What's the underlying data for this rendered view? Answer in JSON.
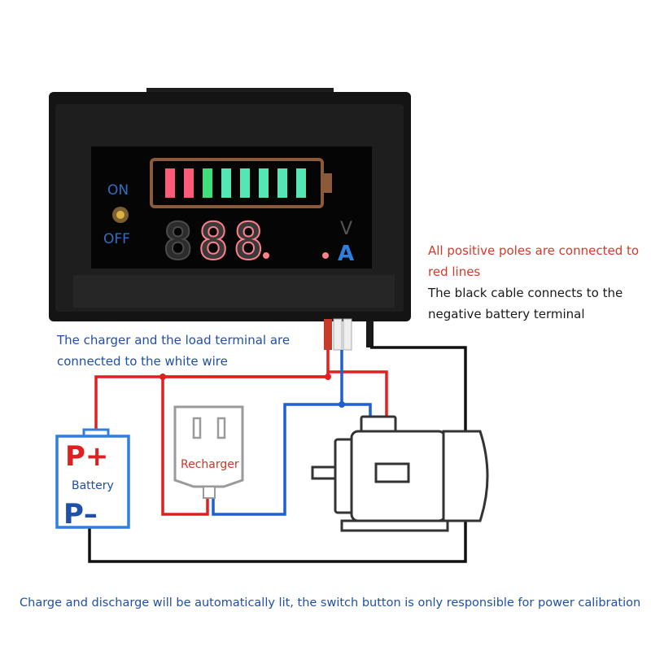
{
  "meter": {
    "on_label": "ON",
    "off_label": "OFF",
    "digits": "888.",
    "unit_v": "V",
    "unit_a": "A",
    "bar_colors": [
      "#ff5a7a",
      "#ff5a7a",
      "#3ee07a",
      "#55e6b6",
      "#55e6b6",
      "#55e6b6",
      "#55e6b6",
      "#55e6b6"
    ]
  },
  "notes": {
    "positive_line1": "All positive poles are connected to",
    "positive_line2": "red lines",
    "black_line1": "The black cable connects to the",
    "black_line2": "negative battery terminal",
    "white_line1": "The charger and the load terminal are",
    "white_line2": "connected to the white wire"
  },
  "battery": {
    "plus_label": "P+",
    "minus_label": "P–",
    "name": "Battery"
  },
  "recharger": {
    "name": "Recharger"
  },
  "caption": "Charge and discharge will be automatically lit, the switch button is only responsible for power calibration",
  "colors": {
    "positive_wire": "#e02020",
    "white_wire": "#1f5fd0",
    "negative_wire": "#111111",
    "accent_blue": "#2f7fe0"
  }
}
